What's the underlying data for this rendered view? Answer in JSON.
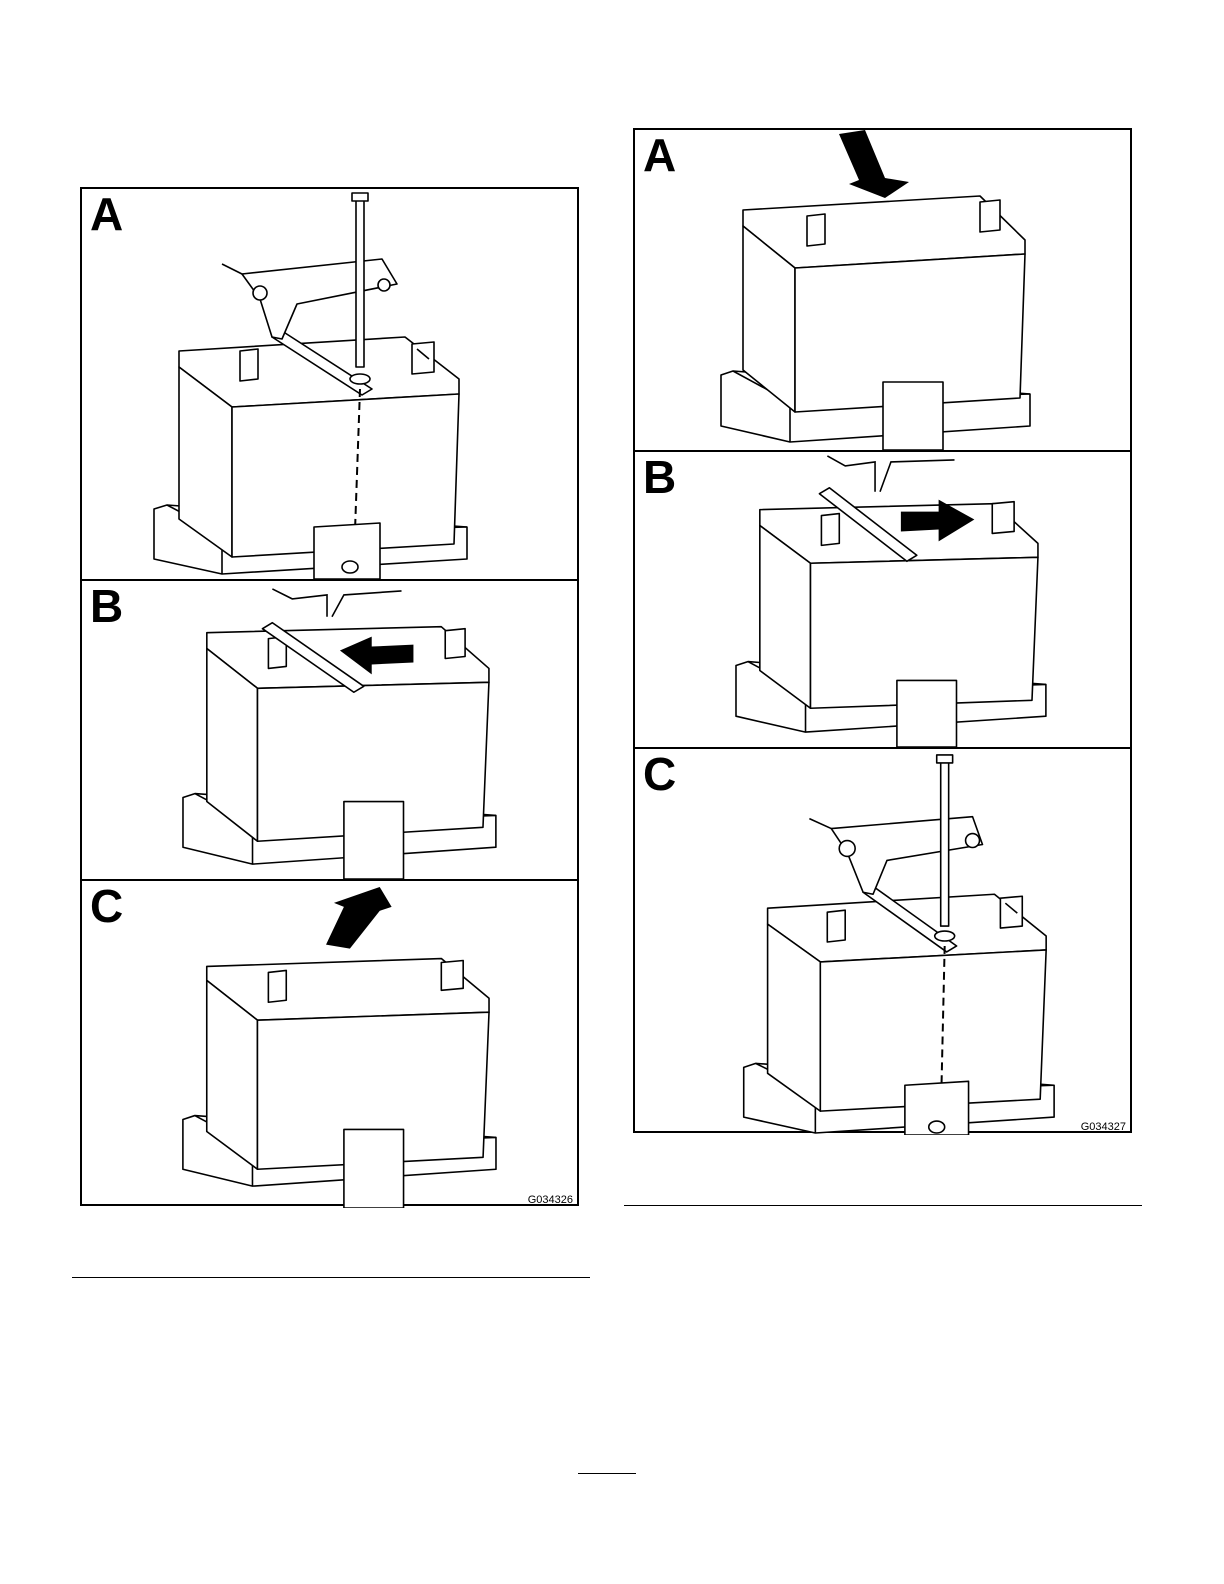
{
  "figure_left": {
    "panels": [
      {
        "label": "A",
        "view": "remove-bolt"
      },
      {
        "label": "B",
        "view": "slide-clamp-left"
      },
      {
        "label": "C",
        "view": "lift-battery"
      }
    ],
    "code": "G034326"
  },
  "figure_right": {
    "panels": [
      {
        "label": "A",
        "view": "insert-battery"
      },
      {
        "label": "B",
        "view": "slide-clamp-right"
      },
      {
        "label": "C",
        "view": "install-bolt"
      }
    ],
    "code": "G034327"
  },
  "icons": {
    "battery": "battery-icon",
    "arrow": "arrow-icon",
    "bolt": "bolt-icon",
    "clamp": "clamp-icon"
  }
}
